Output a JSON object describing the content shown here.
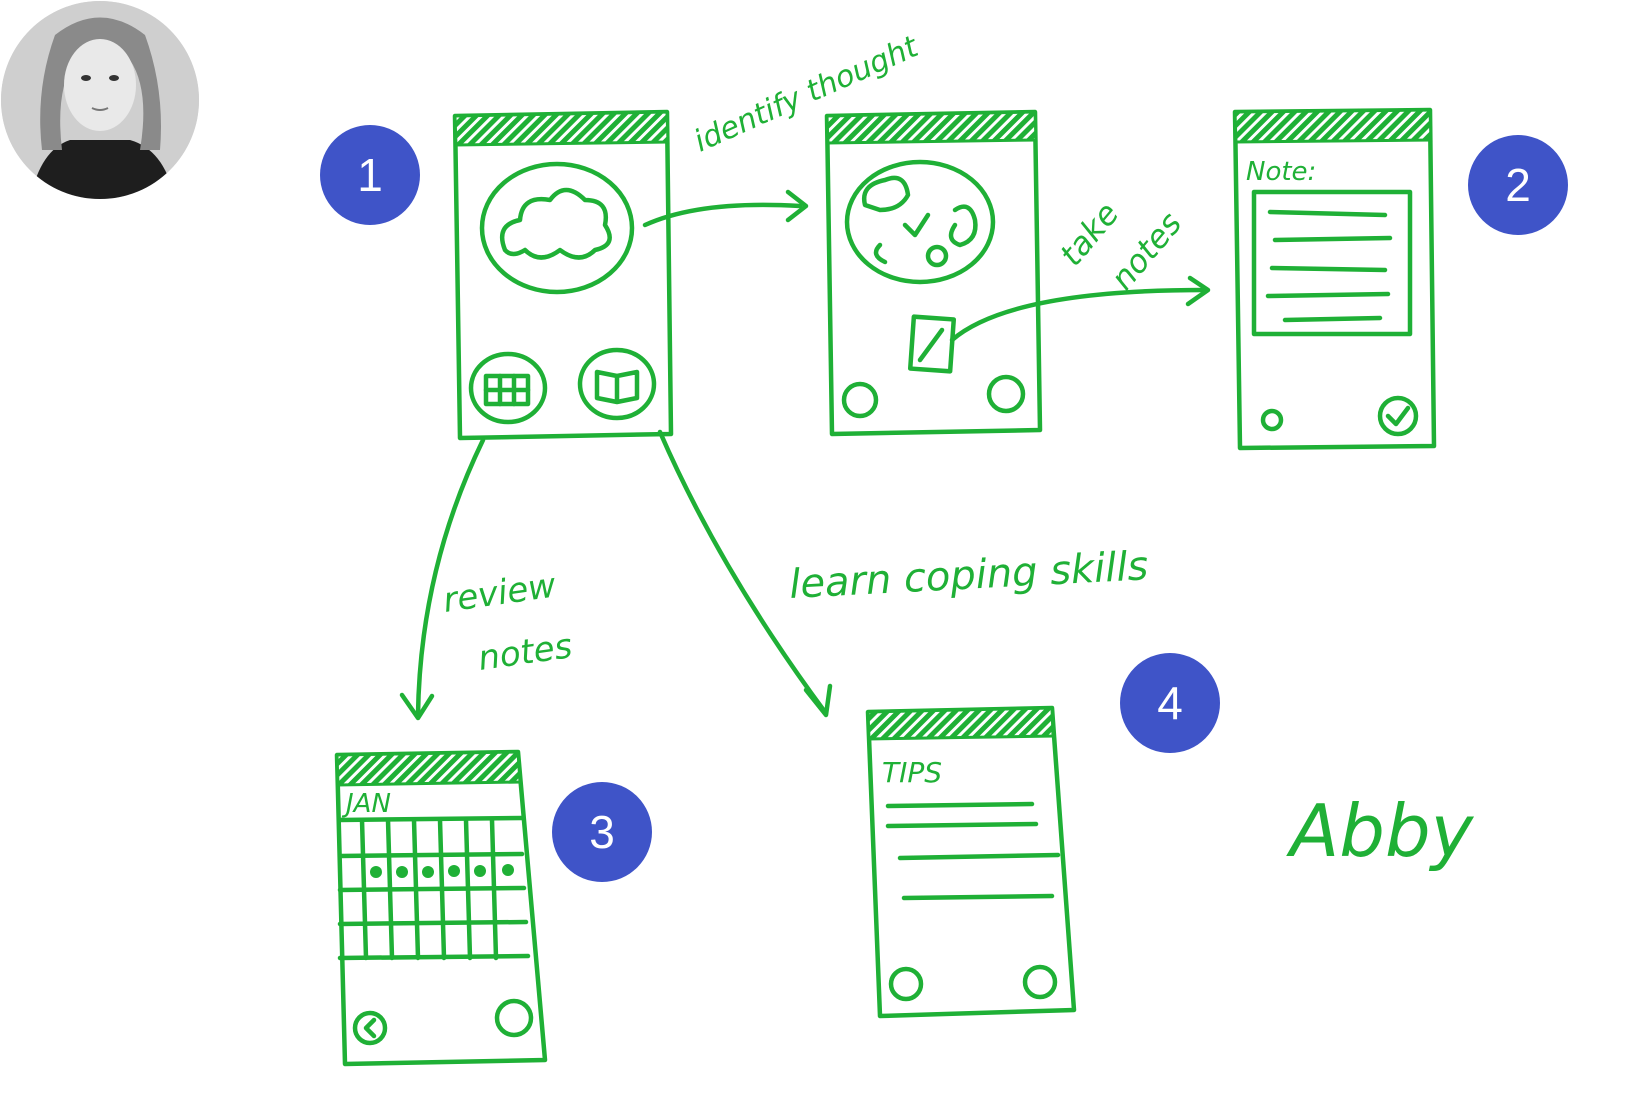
{
  "colors": {
    "ink": "#1fb036",
    "badge": "#3f54c8",
    "background": "#ffffff"
  },
  "avatar": {
    "icon": "person-portrait-icon"
  },
  "badges": [
    "1",
    "2",
    "3",
    "4"
  ],
  "labels": {
    "identify_thought": "identify thought",
    "take_notes_line1": "take",
    "take_notes_line2": "notes",
    "review_notes_line1": "review",
    "review_notes_line2": "notes",
    "learn_coping_skills": "learn coping skills"
  },
  "screens": {
    "note": {
      "heading": "Note:"
    },
    "calendar": {
      "heading": "JAN"
    },
    "tips": {
      "heading": "TIPS"
    }
  },
  "signature": "Abby"
}
